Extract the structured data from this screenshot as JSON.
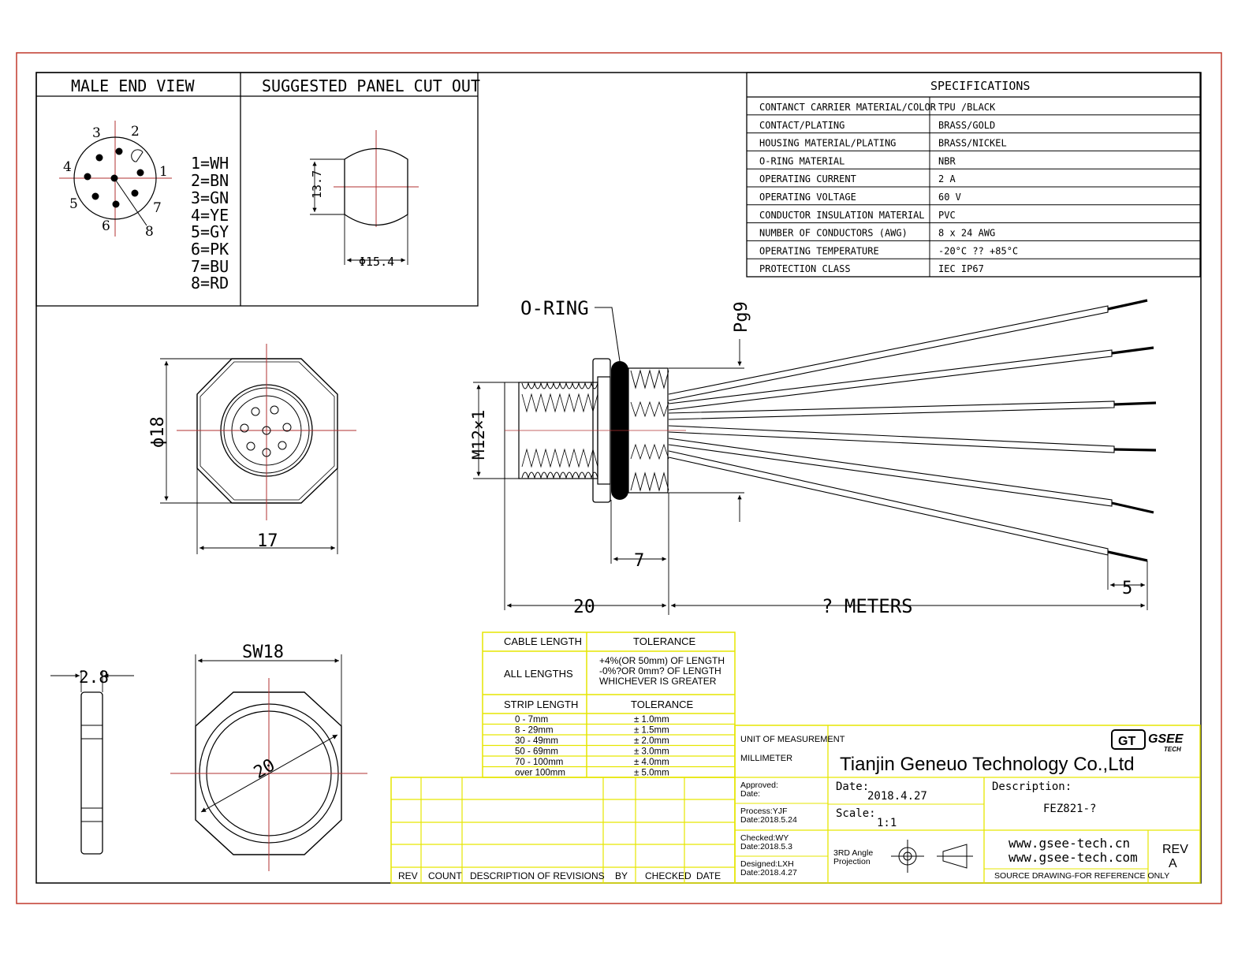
{
  "pinout": {
    "title": "MALE END VIEW",
    "pin_numbers": [
      "1",
      "2",
      "3",
      "4",
      "5",
      "6",
      "7",
      "8"
    ],
    "legend": [
      "1=WH",
      "2=BN",
      "3=GN",
      "4=YE",
      "5=GY",
      "6=PK",
      "7=BU",
      "8=RD"
    ]
  },
  "cutout": {
    "title": "SUGGESTED PANEL CUT OUT",
    "height_dim": "13.7",
    "diameter_dim": "Φ15.4"
  },
  "specs": {
    "title": "SPECIFICATIONS",
    "rows": [
      {
        "label": "CONTANCT CARRIER MATERIAL/COLOR",
        "value": "TPU /BLACK"
      },
      {
        "label": "CONTACT/PLATING",
        "value": "BRASS/GOLD"
      },
      {
        "label": "HOUSING MATERIAL/PLATING",
        "value": "BRASS/NICKEL"
      },
      {
        "label": "O-RING MATERIAL",
        "value": "NBR"
      },
      {
        "label": "OPERATING CURRENT",
        "value": "2 A"
      },
      {
        "label": "OPERATING VOLTAGE",
        "value": "60 V"
      },
      {
        "label": "CONDUCTOR INSULATION MATERIAL",
        "value": "PVC"
      },
      {
        "label": "NUMBER OF CONDUCTORS (AWG)",
        "value": "8 x 24 AWG"
      },
      {
        "label": "OPERATING TEMPERATURE",
        "value": "-20°C ?? +85°C"
      },
      {
        "label": "PROTECTION CLASS",
        "value": "IEC  IP67"
      }
    ]
  },
  "front_view": {
    "diameter_dim": "ϕ18",
    "width_dim": "17"
  },
  "side_view": {
    "oring_label": "O-RING",
    "pg_dim": "Pg9",
    "thread_dim": "M12×1",
    "seven_dim": "7",
    "twenty_dim": "20",
    "length_dim": "? METERS",
    "strip_dim": "5"
  },
  "nut_view": {
    "wrench_dim": "SW18",
    "diag_dim": "20",
    "thickness_dim": "2.8"
  },
  "tolerance": {
    "h1": "CABLE LENGTH",
    "h2": "TOLERANCE",
    "all_label": "ALL LENGTHS",
    "all_lines": [
      "+4%(OR 50mm) OF LENGTH",
      "-0%?OR 0mm? OF LENGTH",
      "WHICHEVER  IS  GREATER"
    ],
    "h3": "STRIP LENGTH",
    "h4": "TOLERANCE",
    "rows": [
      {
        "len": "0 - 7mm",
        "tol": "± 1.0mm"
      },
      {
        "len": "8 - 29mm",
        "tol": "± 1.5mm"
      },
      {
        "len": "30 - 49mm",
        "tol": "± 2.0mm"
      },
      {
        "len": "50 - 69mm",
        "tol": "± 3.0mm"
      },
      {
        "len": "70 - 100mm",
        "tol": "± 4.0mm"
      },
      {
        "len": "over 100mm",
        "tol": "± 5.0mm"
      }
    ]
  },
  "revisions": {
    "headers": [
      "REV",
      "COUNT",
      "DESCRIPTION  OF  REVISIONS",
      "BY",
      "CHECKED",
      "DATE"
    ]
  },
  "title_block": {
    "unit_label": "UNIT OF MEASUREMENT",
    "unit_value": "MILLIMETER",
    "company": "Tianjin Geneuo Technology Co.,Ltd",
    "logo_text": "GT",
    "logo_brand": "GSEE",
    "logo_sub": "TECH",
    "approved": "Approved:",
    "approved_date": "Date:",
    "process": "Process:YJF",
    "process_date": "Date:2018.5.24",
    "checked": "Checked:WY",
    "checked_date": "Date:2018.5.3",
    "designed": "Designed:LXH",
    "designed_date": "Date:2018.4.27",
    "date_label": "Date:",
    "date_value": "2018.4.27",
    "scale_label": "Scale:",
    "scale_value": "1:1",
    "projection_1": "3RD Angle",
    "projection_2": "Projection",
    "desc_label": "Description:",
    "desc_value": "FEZ821-?",
    "web1": "www.gsee-tech.cn",
    "web2": "www.gsee-tech.com",
    "rev_label": "REV",
    "rev_value": "A",
    "source_note": "SOURCE DRAWING-FOR REFERENCE ONLY"
  },
  "colors": {
    "frame": "#c0392b",
    "yellow": "#e6e600",
    "centerline": "#b03030",
    "black": "#000000"
  }
}
